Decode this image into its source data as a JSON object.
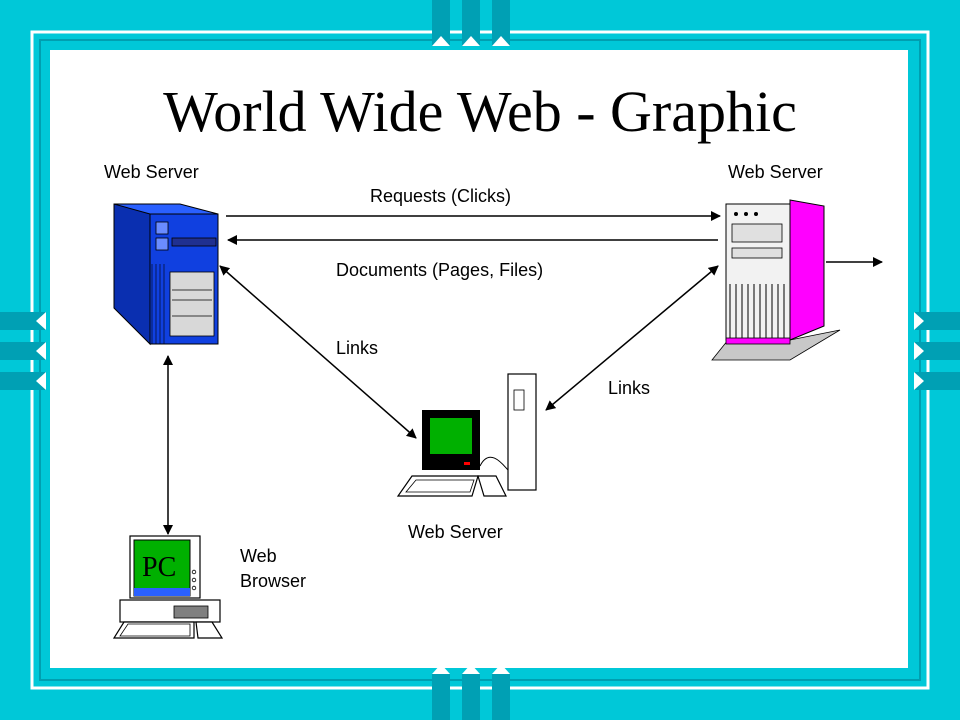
{
  "slide": {
    "title": "World Wide Web - Graphic"
  },
  "labels": {
    "server_left": "Web Server",
    "server_right": "Web Server",
    "server_bottom": "Web Server",
    "requests": "Requests (Clicks)",
    "documents": "Documents (Pages, Files)",
    "links_left": "Links",
    "links_right": "Links",
    "browser_line1": "Web",
    "browser_line2": "Browser",
    "pc_screen": "PC"
  },
  "colors": {
    "background": "#00c8d8",
    "border_accent": "#00a8bc",
    "server_left_body": "#1040e0",
    "server_right_accent": "#ff00ff",
    "monitor_screen": "#00b000",
    "pc_screen": "#00b000"
  }
}
